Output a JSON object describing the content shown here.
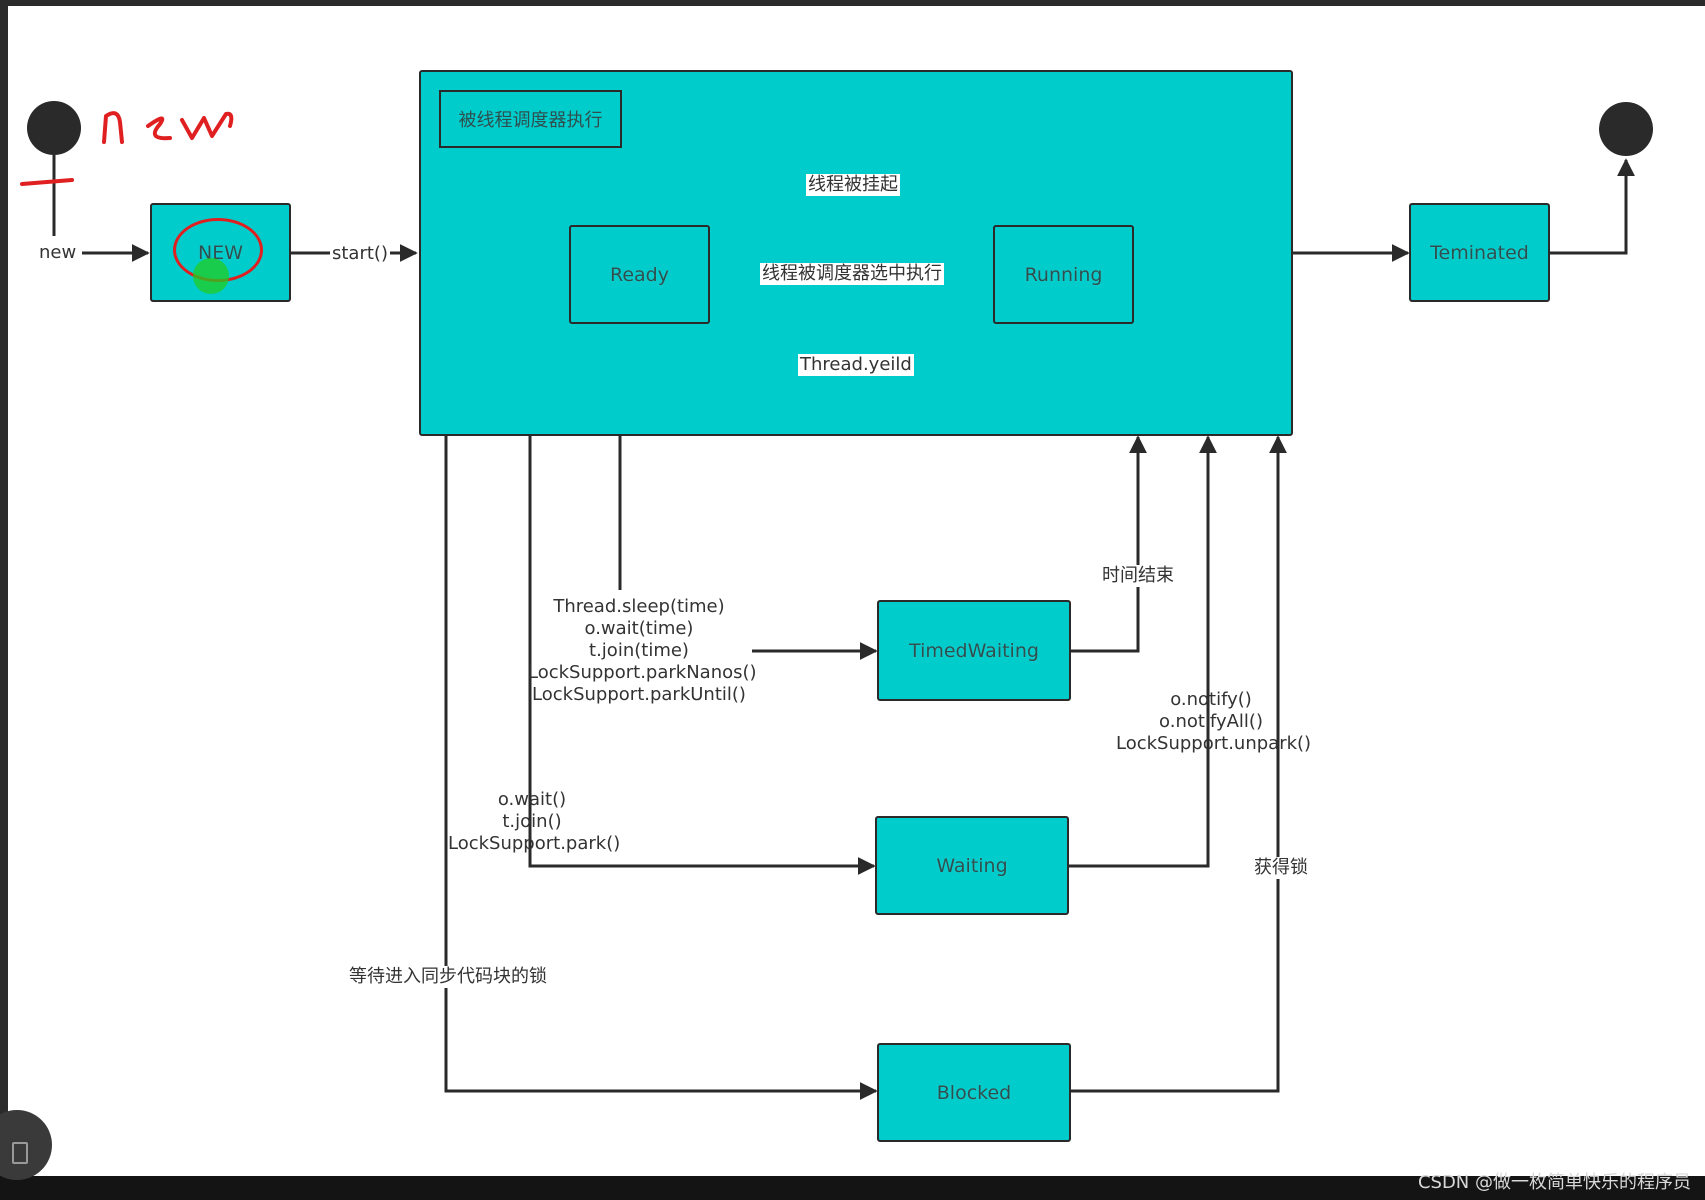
{
  "states": {
    "new": "NEW",
    "ready": "Ready",
    "running": "Running",
    "terminated": "Teminated",
    "timed_waiting": "TimedWaiting",
    "waiting": "Waiting",
    "blocked": "Blocked"
  },
  "composite_title": "被线程调度器执行",
  "transitions": {
    "new_in": "new",
    "start": "start()",
    "suspended": "线程被挂起",
    "selected": "线程被调度器选中执行",
    "yield": "Thread.yeild",
    "time_end": "时间结束",
    "timed_calls": [
      "Thread.sleep(time)",
      "o.wait(time)",
      "t.join(time)",
      "LockSupport.parkNanos()",
      "LockSupport.parkUntil()"
    ],
    "wait_calls": [
      "o.wait()",
      "t.join()",
      "LockSupport.park()"
    ],
    "notify_calls": [
      "o.notify()",
      "o.notifyAll()",
      "LockSupport.unpark()"
    ],
    "blocked_enter": "等待进入同步代码块的锁",
    "acquire_lock": "获得锁"
  },
  "annotation": {
    "handwritten": "new"
  },
  "watermark": "CSDN @做一枚简单快乐的程序员",
  "colors": {
    "state_fill": "#00cccc",
    "line": "#2a2a2a",
    "annotation": "#e02020",
    "highlight": "#22cc22"
  }
}
